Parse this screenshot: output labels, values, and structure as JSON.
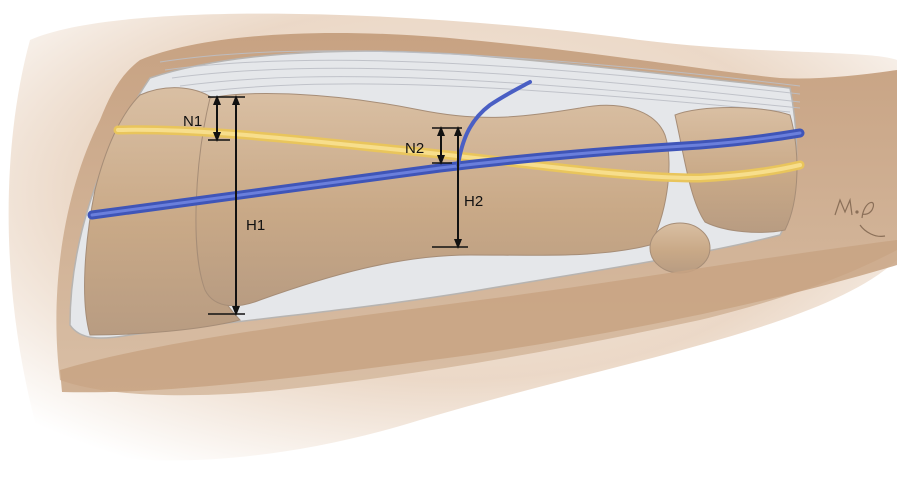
{
  "labels": {
    "n1": "N1",
    "h1": "H1",
    "n2": "N2",
    "h2": "H2"
  },
  "signature": "M.P",
  "colors": {
    "skin": "#c9a583",
    "skin_light": "#e8d3bf",
    "window_bg": "#e4e6e9",
    "bone": "#c8aa8b",
    "bone_light": "#dcc2a6",
    "nerve": "#f2cf6e",
    "vessel": "#4a5fc4",
    "measure_line": "#111111"
  }
}
